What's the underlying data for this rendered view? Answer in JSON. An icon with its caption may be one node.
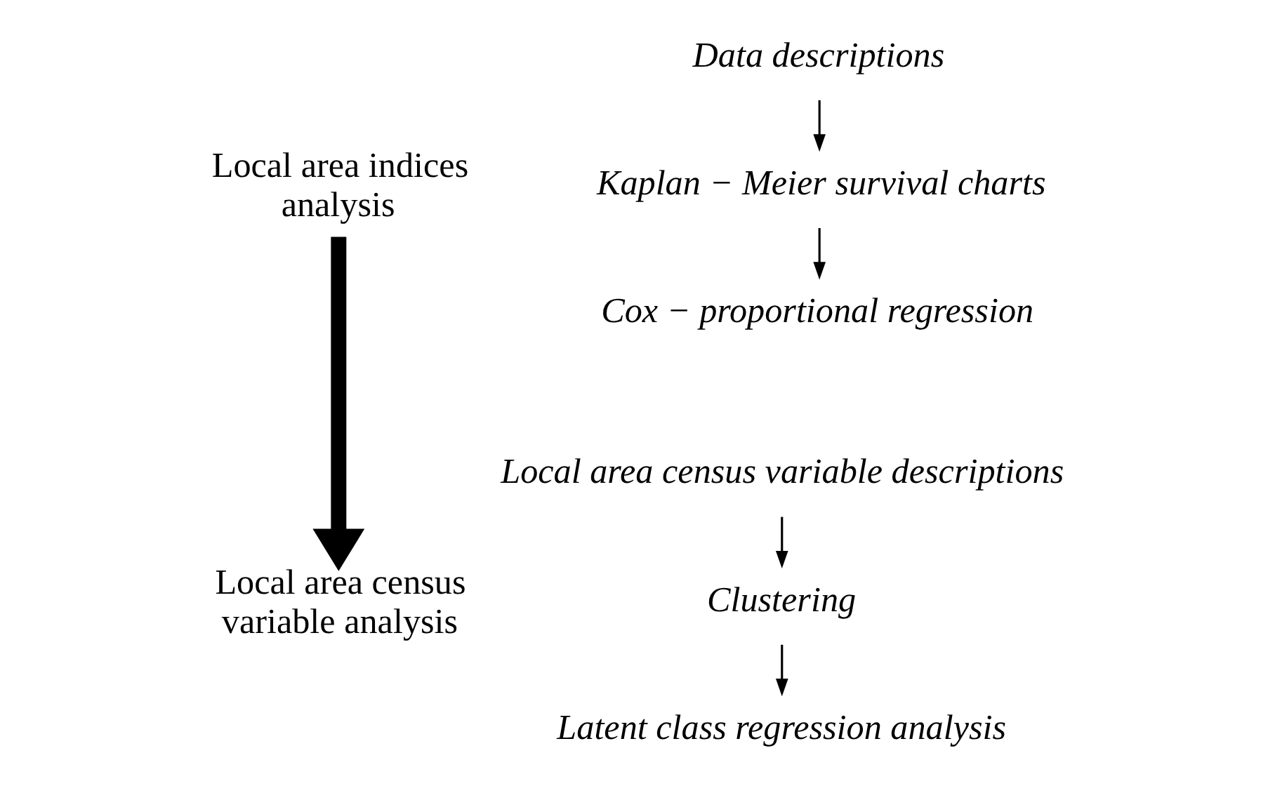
{
  "diagram": {
    "nodes": [
      {
        "text": [
          "Local area indices analysis"
        ]
      },
      {
        "text": [
          "Local area census variable analysis"
        ]
      },
      {
        "text": [
          "Data descriptions"
        ]
      },
      {
        "text": [
          "Kaplan − Meier survival charts"
        ]
      },
      {
        "text": [
          "Cox − proportional regression"
        ]
      },
      {
        "text": [
          "Local area census variable descriptions"
        ]
      },
      {
        "text": [
          "Clustering"
        ]
      },
      {
        "text": [
          "Latent class regression analysis"
        ]
      }
    ],
    "edges": [
      {
        "from": 0,
        "to": 1,
        "arrow": "to",
        "style": "thick"
      },
      {
        "from": 2,
        "to": 3,
        "arrow": "to"
      },
      {
        "from": 3,
        "to": 4,
        "arrow": "to"
      },
      {
        "from": 5,
        "to": 6,
        "arrow": "to"
      },
      {
        "from": 6,
        "to": 7,
        "arrow": "to"
      }
    ]
  }
}
